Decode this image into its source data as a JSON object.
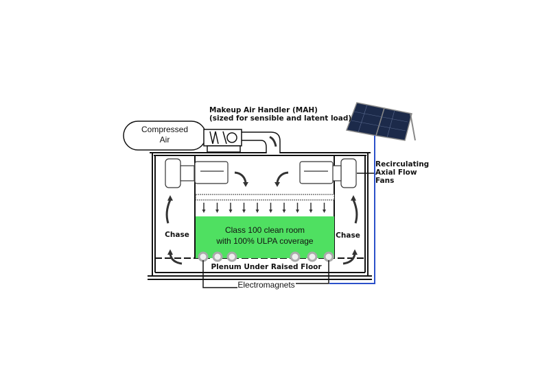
{
  "diagram": {
    "mah_label_line1": "Makeup Air Handler (MAH)",
    "mah_label_line2": "(sized for sensible and latent load)",
    "compressed_air_line1": "Compressed",
    "compressed_air_line2": "Air",
    "fans_label_line1": "Recirculating",
    "fans_label_line2": "Axial Flow",
    "fans_label_line3": "Fans",
    "chase_left": "Chase",
    "chase_right": "Chase",
    "cleanroom_line1": "Class 100 clean room",
    "cleanroom_line2": "with 100% ULPA coverage",
    "plenum_label": "Plenum Under Raised Floor",
    "electromagnets_label": "Electromagnets",
    "colors": {
      "cleanroom": "#4fe061",
      "power_wire": "#2a4fc9"
    }
  }
}
